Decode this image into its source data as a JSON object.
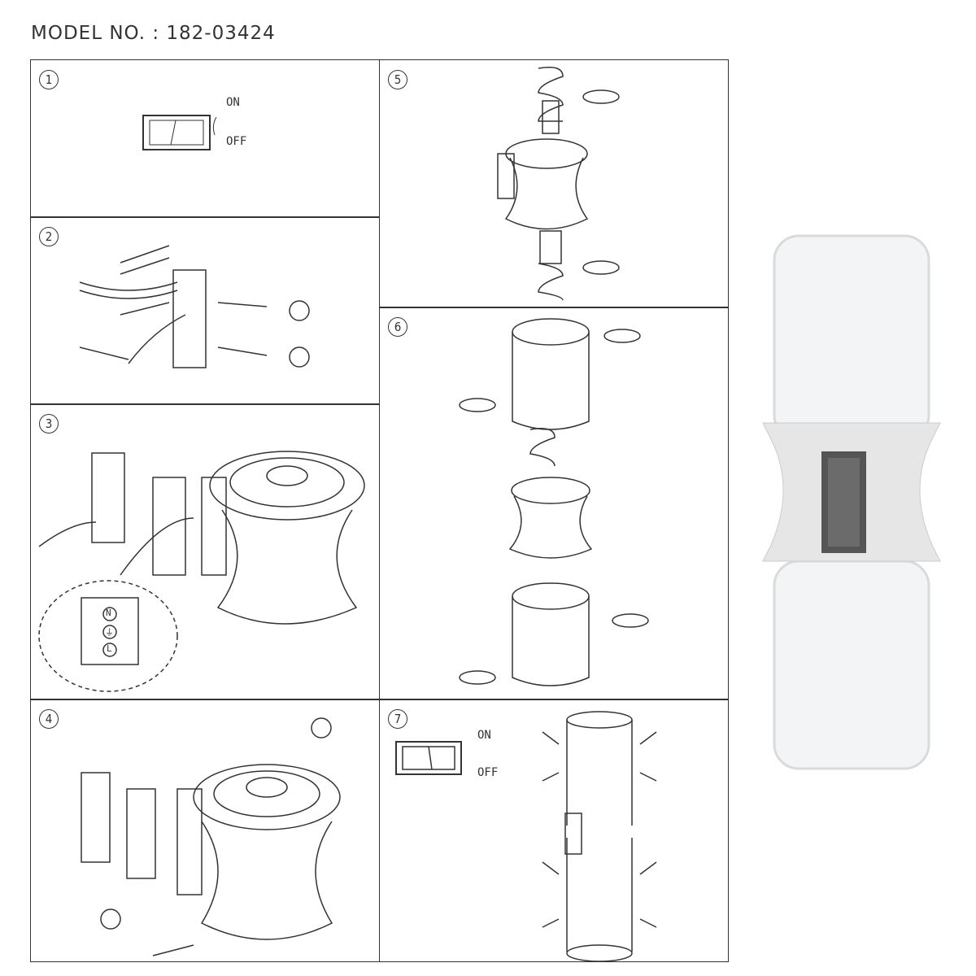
{
  "model_label": "MODEL NO. : 182-03424",
  "steps": [
    {
      "number": "1",
      "on": "ON",
      "off": "OFF"
    },
    {
      "number": "2"
    },
    {
      "number": "3",
      "terminals": [
        "N",
        "⏚",
        "L"
      ]
    },
    {
      "number": "4"
    },
    {
      "number": "5"
    },
    {
      "number": "6"
    },
    {
      "number": "7",
      "on": "ON",
      "off": "OFF"
    }
  ],
  "colors": {
    "line": "#333333",
    "product_body": "#e6e6e6",
    "glass": "#f2f4f5",
    "mount": "#555555"
  }
}
